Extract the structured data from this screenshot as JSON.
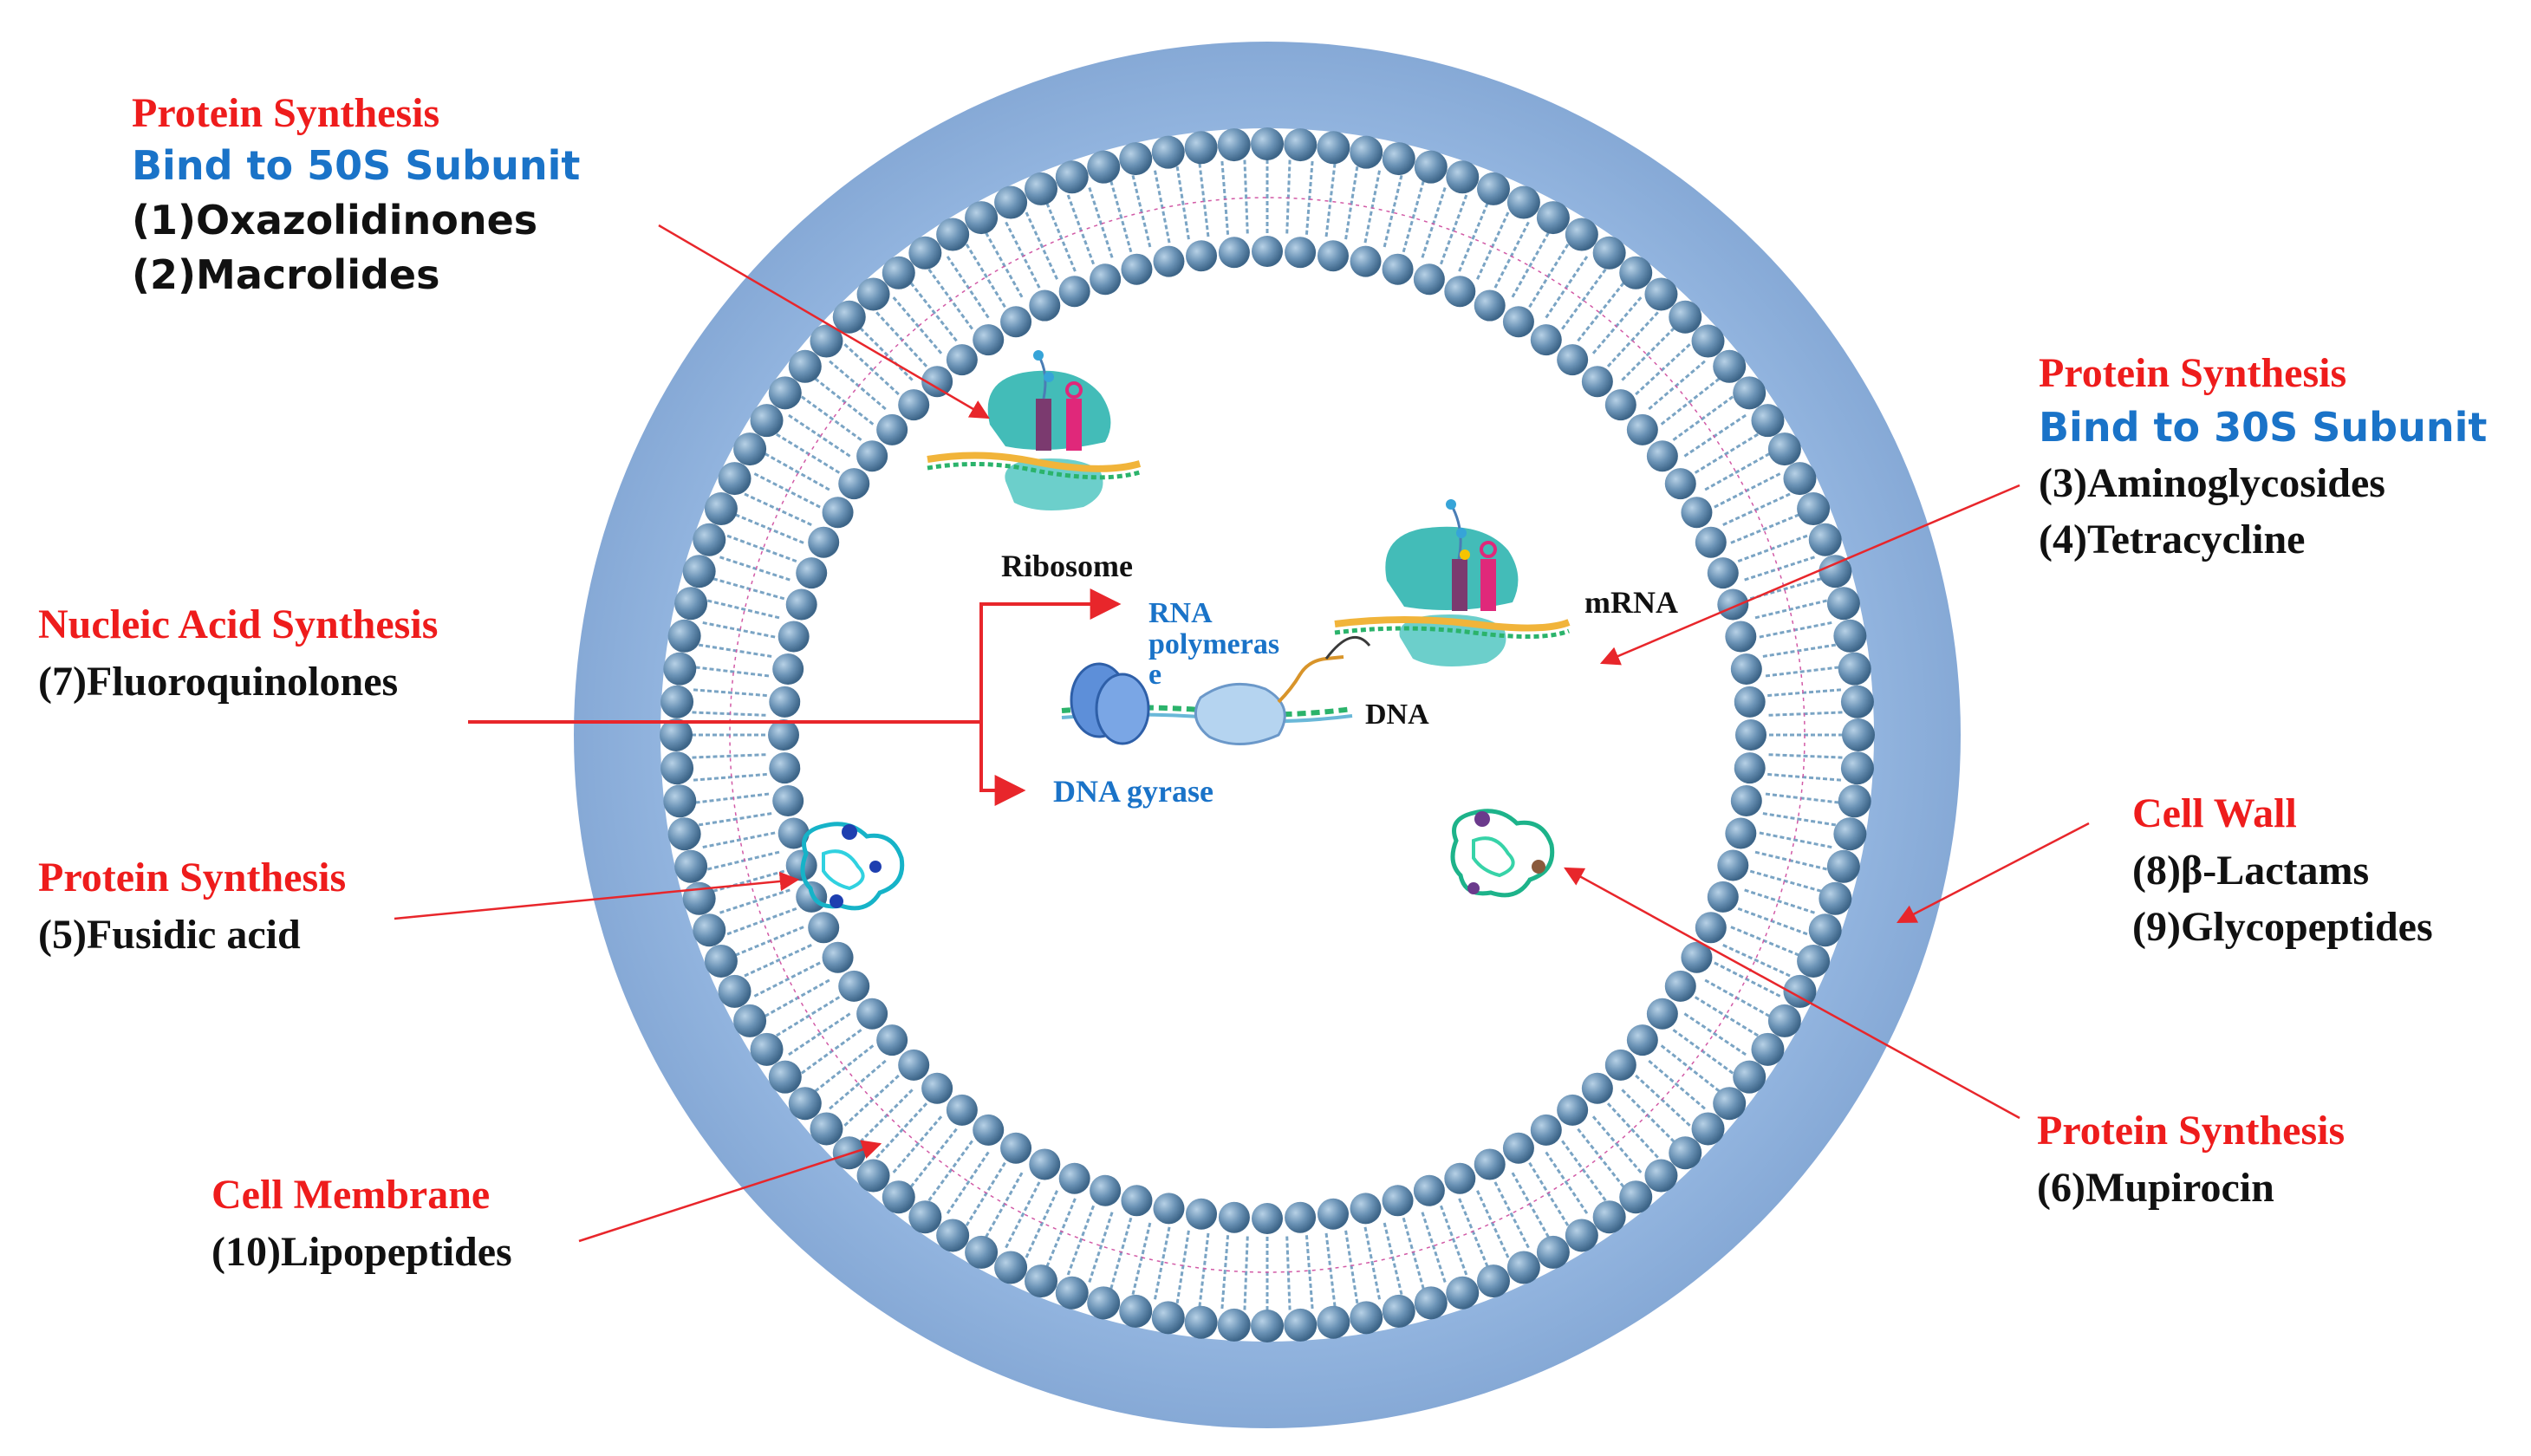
{
  "labels": {
    "top_left": {
      "heading": "Protein Synthesis",
      "subheading": "Bind to 50S Subunit",
      "items": [
        "(1)Oxazolidinones",
        "(2)Macrolides"
      ]
    },
    "top_right": {
      "heading": "Protein Synthesis",
      "subheading": "Bind to 30S Subunit",
      "items": [
        "(3)Aminoglycosides",
        "(4)Tetracycline"
      ]
    },
    "nucleic": {
      "heading": "Nucleic Acid Synthesis",
      "items": [
        "(7)Fluoroquinolones"
      ]
    },
    "fusidic": {
      "heading": "Protein Synthesis",
      "items": [
        "(5)Fusidic acid"
      ]
    },
    "cell_wall": {
      "heading": "Cell Wall",
      "items": [
        "(8)β-Lactams",
        "(9)Glycopeptides"
      ]
    },
    "mupirocin": {
      "heading": "Protein Synthesis",
      "items": [
        "(6)Mupirocin"
      ]
    },
    "membrane": {
      "heading": "Cell Membrane",
      "items": [
        "(10)Lipopeptides"
      ]
    }
  },
  "inner_labels": {
    "ribosome": "Ribosome",
    "mrna": "mRNA",
    "dna": "DNA",
    "rna_polymerase": [
      "RNA",
      "polymeras",
      "e"
    ],
    "dna_gyrase": "DNA gyrase"
  },
  "colors": {
    "heading": "#ee1c1c",
    "subheading": "#1a73c8",
    "item": "#111111",
    "arrow": "#e8262b",
    "cell_wall": "#9dbce3",
    "lipid_head": "#5a87ad",
    "lipid_tail": "#7aa4c4"
  }
}
